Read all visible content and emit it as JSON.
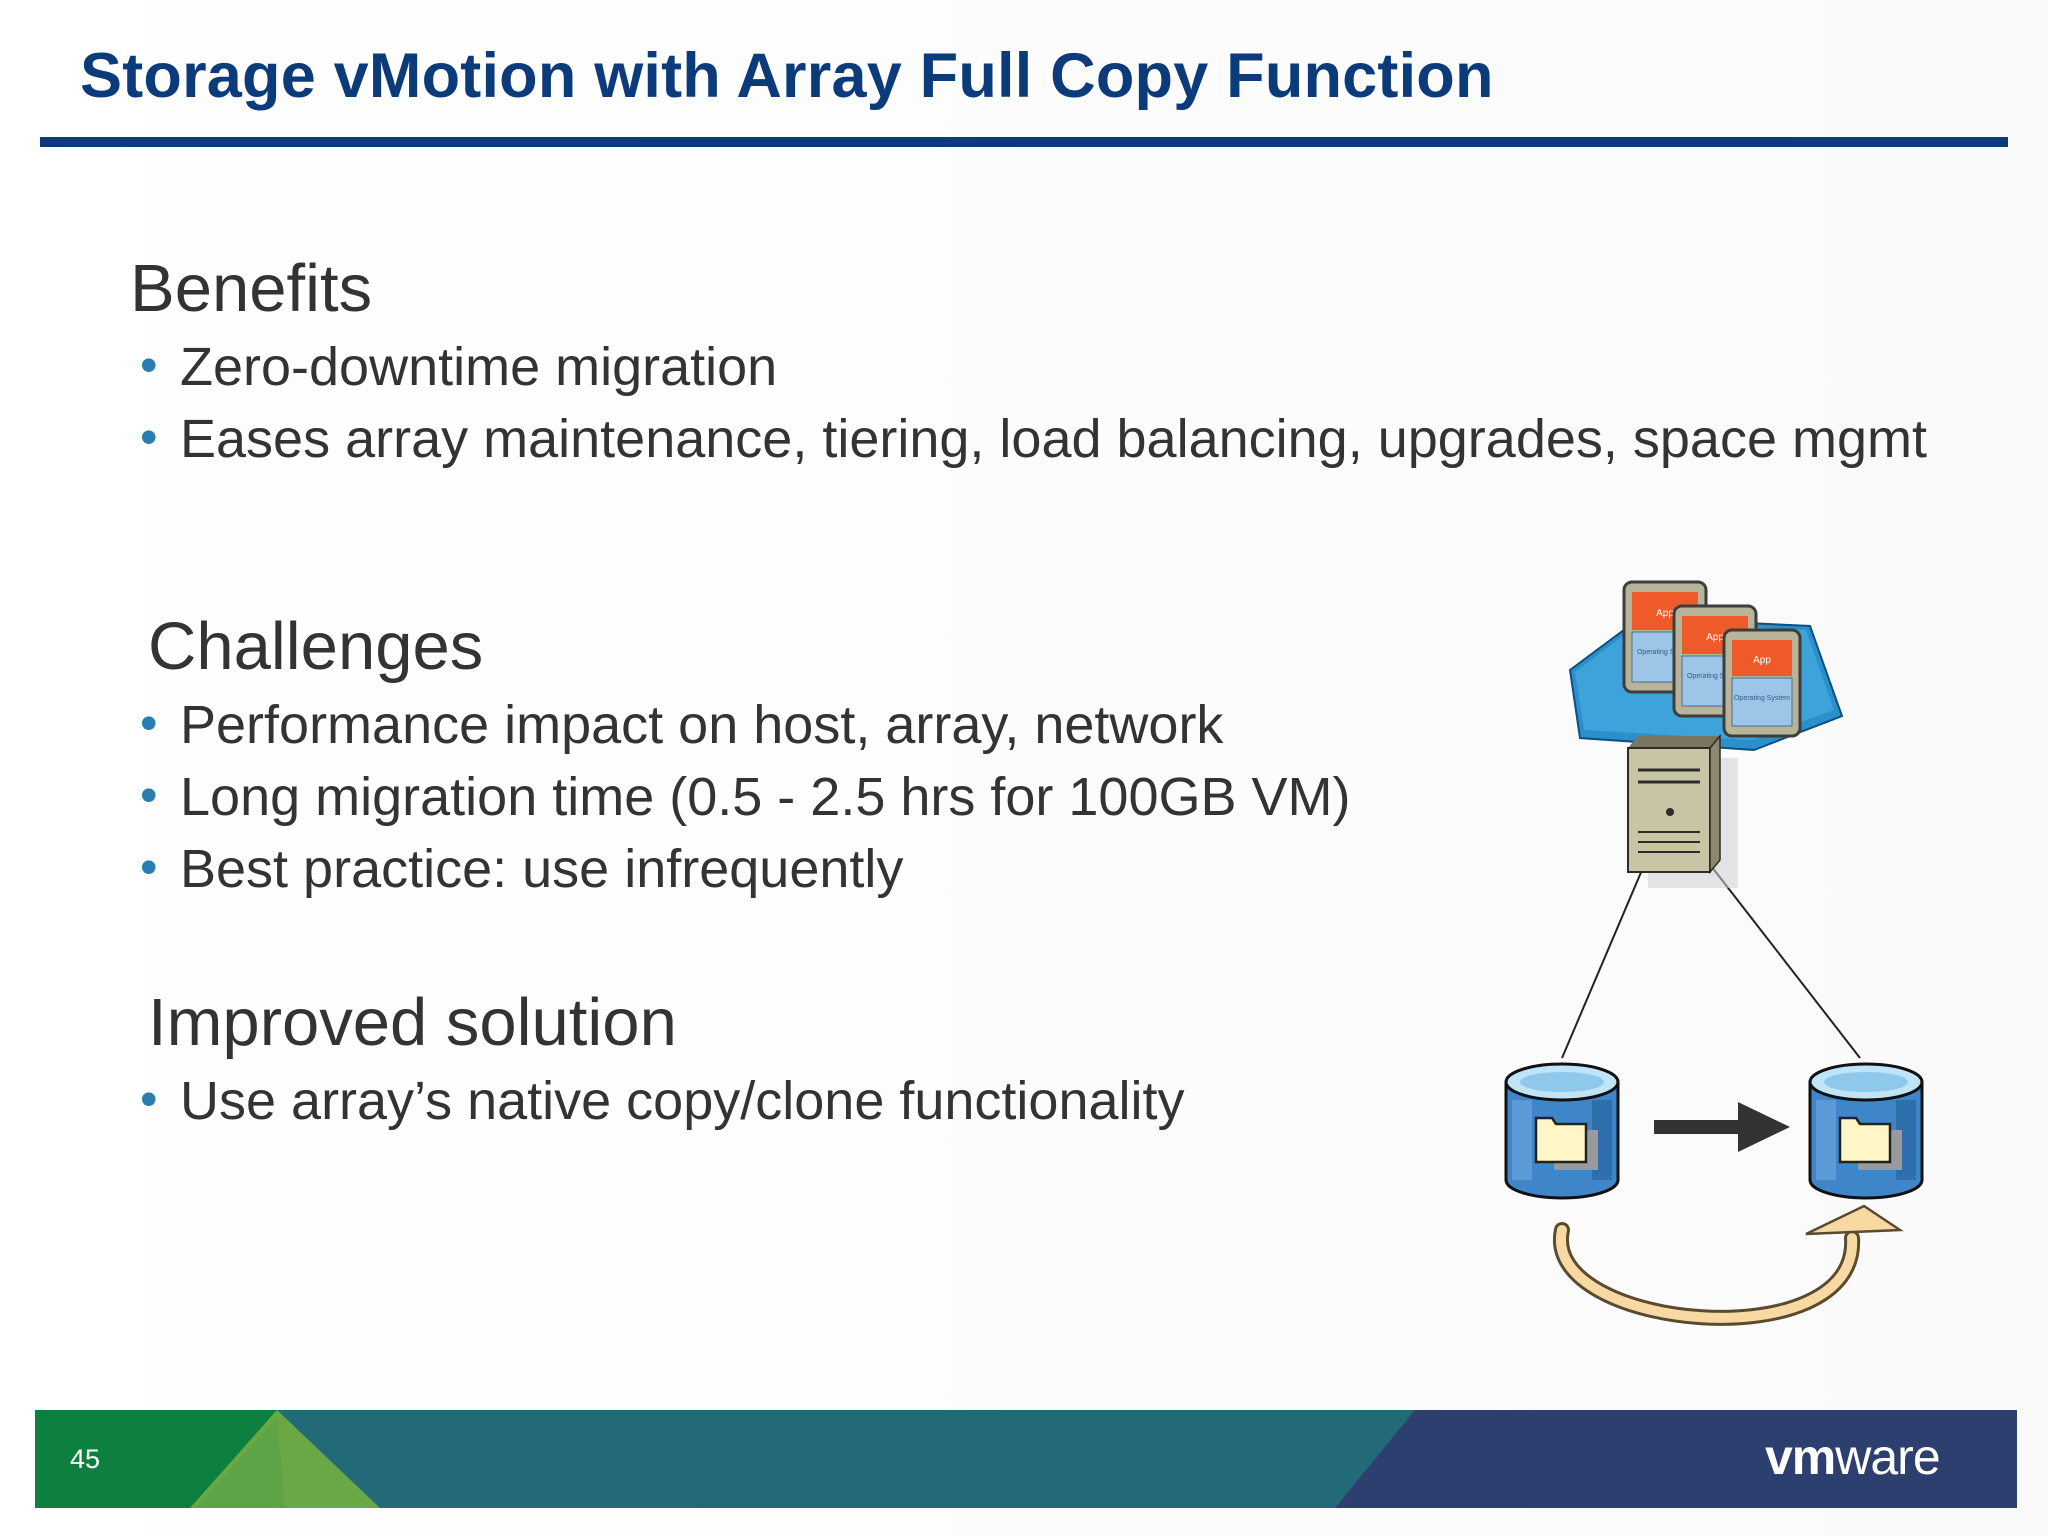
{
  "slide": {
    "title": "Storage vMotion with Array Full Copy Function",
    "page_number": "45",
    "brand": {
      "name_bold": "vm",
      "name_rest": "ware"
    }
  },
  "sections": [
    {
      "heading": "Benefits",
      "bullets": [
        "Zero-downtime migration",
        "Eases array maintenance, tiering, load balancing, upgrades, space mgmt"
      ]
    },
    {
      "heading": "Challenges",
      "bullets": [
        "Performance impact on host, array, network",
        "Long migration time (0.5 - 2.5 hrs for 100GB VM)",
        "Best practice: use infrequently"
      ]
    },
    {
      "heading": "Improved solution",
      "bullets": [
        "Use array’s native copy/clone functionality"
      ]
    }
  ],
  "diagram": {
    "vm_app_label": "App",
    "vm_os_label": "Operating System"
  },
  "colors": {
    "title_blue": "#0b3b7a",
    "bullet_dot": "#2a7fb0",
    "footer_green": "#0d7f3f",
    "footer_teal": "#236a78",
    "footer_navy": "#2d3f6e"
  }
}
